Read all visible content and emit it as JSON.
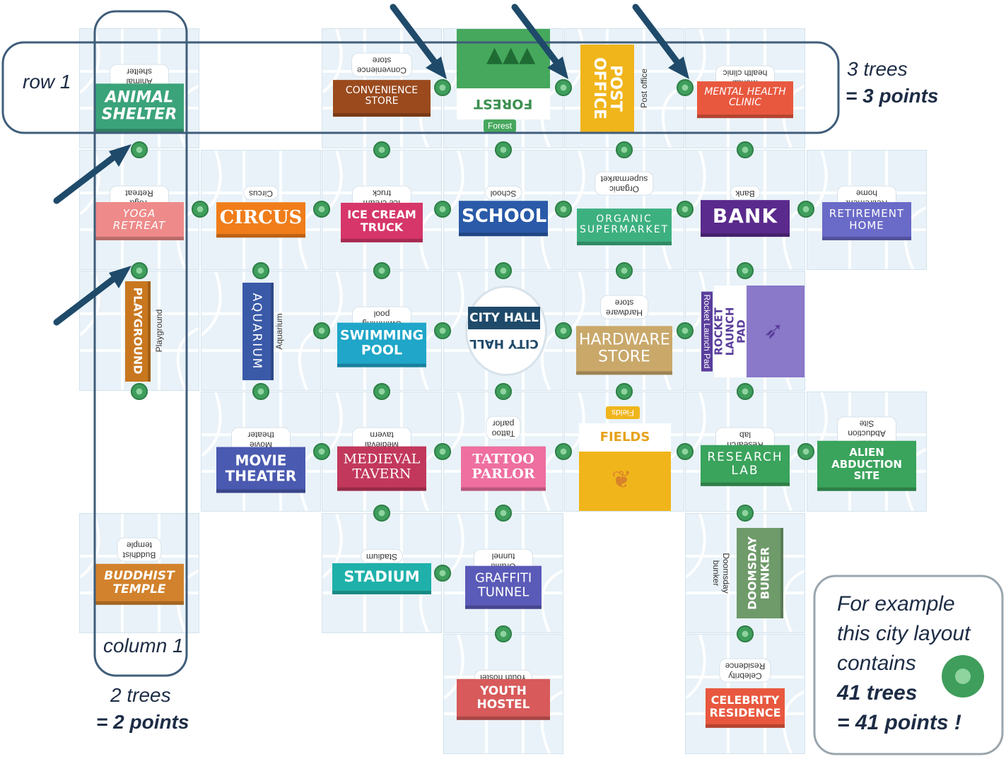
{
  "annotations": {
    "row_label": "row 1",
    "row_trees": "3 trees",
    "row_points": "= 3 points",
    "column_label": "column 1",
    "column_trees": "2 trees",
    "column_points": "= 2 points",
    "example_line1": "For example",
    "example_line2": "this city layout",
    "example_line3": "contains",
    "example_trees": "41 trees",
    "example_points": "= 41 points !"
  },
  "buildings": {
    "animal_shelter": {
      "name": "ANIMAL\nSHELTER",
      "mini": "Animal shelter"
    },
    "convenience_store": {
      "name": "CONVENIENCE\nSTORE",
      "mini": "Convenience\nstore"
    },
    "forest": {
      "name": "FOREST",
      "mini": "Forest"
    },
    "post_office": {
      "name": "POST\nOFFICE",
      "mini": "Post office"
    },
    "mental_health": {
      "name": "MENTAL HEALTH\nCLINIC",
      "mini": "Mental health clinic"
    },
    "yoga": {
      "name": "YOGA\nRETREAT",
      "mini": "Yoga Retreat"
    },
    "circus": {
      "name": "CIRCUS",
      "mini": "Circus"
    },
    "ice_cream": {
      "name": "ICE CREAM\nTRUCK",
      "mini": "Ice cream truck"
    },
    "school": {
      "name": "SCHOOL",
      "mini": "School"
    },
    "organic": {
      "name": "ORGANIC\nSUPERMARKET",
      "mini": "Organic\nsupermarket"
    },
    "bank": {
      "name": "BANK",
      "mini": "Bank"
    },
    "retirement": {
      "name": "RETIREMENT\nHOME",
      "mini": "Retirement home"
    },
    "playground": {
      "name": "PLAYGROUND",
      "mini": "Playground"
    },
    "aquarium": {
      "name": "AQUARIUM",
      "mini": "Aquarium"
    },
    "swimming": {
      "name": "SWIMMING\nPOOL",
      "mini": "Swimming pool"
    },
    "city_hall": {
      "name": "CITY HALL",
      "name_flipped": "CITY HALL"
    },
    "hardware": {
      "name": "HARDWARE\nSTORE",
      "mini": "Hardware\nstore"
    },
    "rocket": {
      "name": "ROCKET\nLAUNCH PAD",
      "mini": "Rocket Launch Pad"
    },
    "movie": {
      "name": "MOVIE\nTHEATER",
      "mini": "Movie theater"
    },
    "medieval": {
      "name": "MEDIEVAL\nTAVERN",
      "mini": "Medieval tavern"
    },
    "tattoo": {
      "name": "TATTOO\nPARLOR",
      "mini": "Tattoo\nparlor"
    },
    "fields": {
      "name": "FIELDS",
      "mini": "Fields"
    },
    "research": {
      "name": "RESEARCH\nLAB",
      "mini": "Research lab"
    },
    "alien": {
      "name": "ALIEN\nABDUCTION SITE",
      "mini": "Alien\nAbduction Site"
    },
    "buddhist": {
      "name": "BUDDHIST\nTEMPLE",
      "mini": "Buddhist\ntemple"
    },
    "stadium": {
      "name": "STADIUM",
      "mini": "Stadium"
    },
    "graffiti": {
      "name": "GRAFFITI\nTUNNEL",
      "mini": "Graffiti tunnel"
    },
    "doomsday": {
      "name": "DOOMSDAY\nBUNKER",
      "mini": "Doomsday\nbunker"
    },
    "youth": {
      "name": "YOUTH HOSTEL",
      "mini": "Youth hostel"
    },
    "celebrity": {
      "name": "CELEBRITY\nRESIDENCE",
      "mini": "Celebrity\nResidence"
    }
  },
  "colors": {
    "outline": "#3f5d7a",
    "arrow": "#1f4a6a",
    "tree": "#3f9e5c"
  }
}
